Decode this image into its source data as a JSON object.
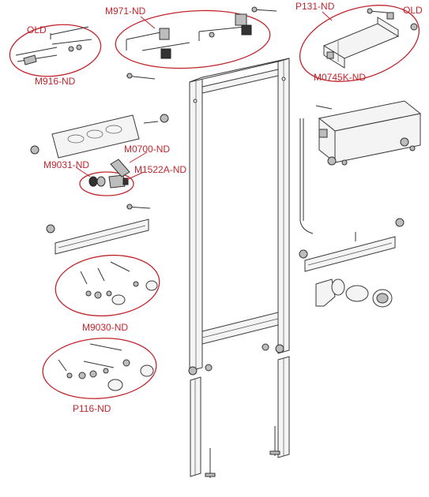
{
  "labels": {
    "m971": "M971-ND",
    "p131": "P131-ND",
    "old_left": "OLD",
    "old_right": "OLD",
    "m916": "M916-ND",
    "m0745k": "M0745K-ND",
    "m0700": "M0700-ND",
    "m9031": "M9031-ND",
    "m1522a": "M1522A-ND",
    "m9030": "M9030-ND",
    "p116": "P116-ND"
  },
  "colors": {
    "callout": "#c0262d",
    "outline": "#333333",
    "part_fill": "#f4f4f4"
  }
}
